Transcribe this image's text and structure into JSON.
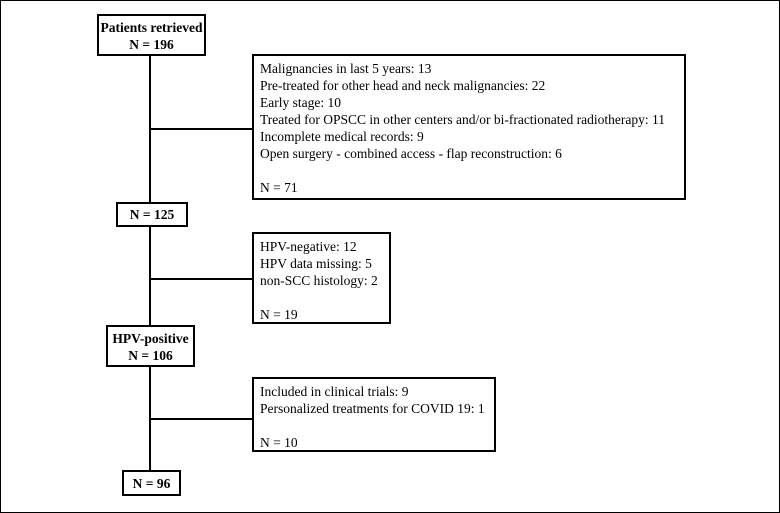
{
  "nodes": {
    "retrieved": {
      "title": "Patients retrieved",
      "count": "N = 196"
    },
    "after_first": {
      "count": "N = 125"
    },
    "hpv_positive": {
      "title": "HPV-positive",
      "count": "N = 106"
    },
    "final": {
      "count": "N = 96"
    }
  },
  "exclusions": {
    "first": {
      "items": [
        "Malignancies in last 5 years: 13",
        "Pre-treated for other head and neck malignancies: 22",
        "Early stage: 10",
        "Treated for OPSCC in other centers and/or bi-fractionated radiotherapy: 11",
        "Incomplete medical records: 9",
        "Open surgery - combined access - flap reconstruction: 6"
      ],
      "total": "N = 71"
    },
    "second": {
      "items": [
        "HPV-negative: 12",
        "HPV data missing: 5",
        "non-SCC histology: 2"
      ],
      "total": "N = 19"
    },
    "third": {
      "items": [
        "Included in clinical trials: 9",
        "Personalized treatments for COVID 19: 1"
      ],
      "total": "N = 10"
    }
  }
}
